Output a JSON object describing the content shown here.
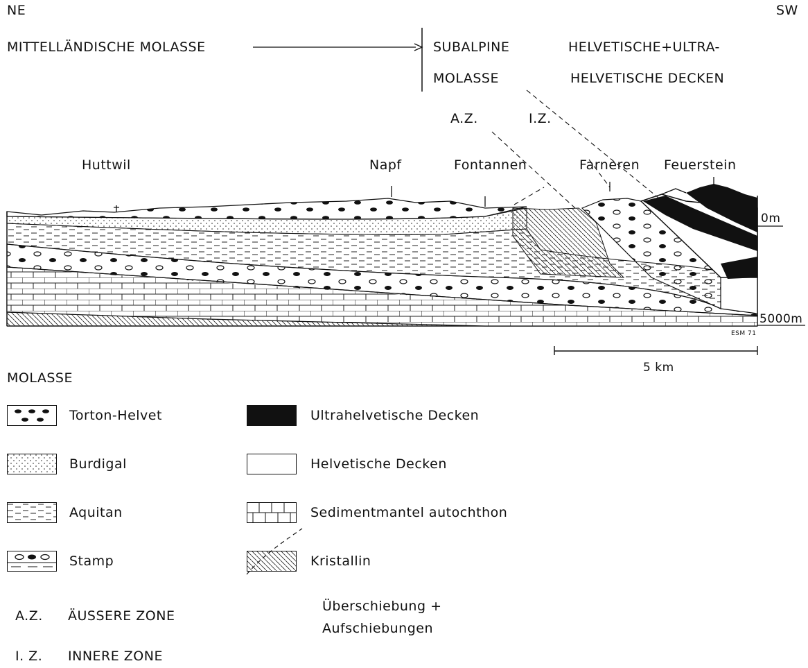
{
  "header": {
    "ne": "NE",
    "sw": "SW",
    "mittellandische": "MITTELLÄNDISCHE  MOLASSE",
    "subalpine_1": "SUBALPINE",
    "subalpine_2": "MOLASSE",
    "helvetische_1": "HELVETISCHE+ULTRA-",
    "helvetische_2": "HELVETISCHE  DECKEN",
    "az": "A.Z.",
    "iz": "I.Z."
  },
  "places": [
    "Huttwil",
    "Napf",
    "Fontannen",
    "Farneren",
    "Feuerstein"
  ],
  "depth": {
    "top": "0m",
    "bottom": "5000m"
  },
  "scale": {
    "label": "5 km"
  },
  "signature": "ESM 71",
  "legend": {
    "title": "MOLASSE",
    "items": [
      {
        "label": "Torton-Helvet",
        "icon": "pebble-dots-swatch"
      },
      {
        "label": "Burdigal",
        "icon": "fine-dots-swatch"
      },
      {
        "label": "Aquitan",
        "icon": "dashes-swatch"
      },
      {
        "label": "Stamp",
        "icon": "ovals-over-dashes-swatch"
      },
      {
        "label": "Ultrahelvetische Decken",
        "icon": "solid-black-swatch"
      },
      {
        "label": "Helvetische Decken",
        "icon": "white-swatch"
      },
      {
        "label": "Sedimentmantel autochthon",
        "icon": "brick-swatch"
      },
      {
        "label": "Kristallin",
        "icon": "hatched-swatch"
      }
    ],
    "overthrust_1": "Überschiebung +",
    "overthrust_2": "Aufschiebungen",
    "az_code": "A.Z.",
    "az_name": "ÄUSSERE  ZONE",
    "iz_code": "I. Z.",
    "iz_name": "INNERE   ZONE"
  }
}
